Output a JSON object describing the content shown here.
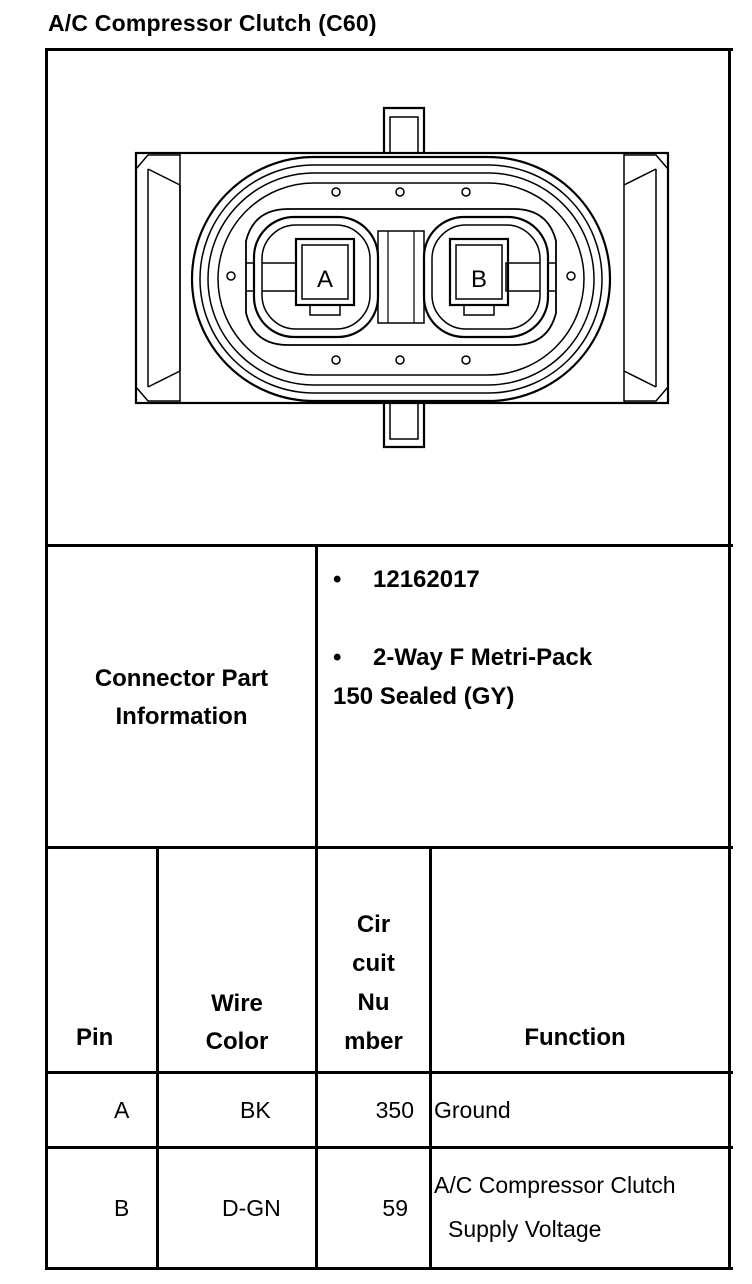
{
  "title": "A/C Compressor Clutch (C60)",
  "diagram": {
    "pin_a_label": "A",
    "pin_b_label": "B"
  },
  "connector_info": {
    "label_line1": "Connector Part",
    "label_line2": "Information",
    "part_number": "12162017",
    "description_line1": "2-Way F Metri-Pack",
    "description_line2": "150 Sealed (GY)",
    "bullet": "•"
  },
  "table": {
    "headers": {
      "pin": "Pin",
      "wire_color_line1": "Wire",
      "wire_color_line2": "Color",
      "circuit_line1": "Cir",
      "circuit_line2": "cuit",
      "circuit_line3": "Nu",
      "circuit_line4": "mber",
      "function": "Function"
    },
    "rows": [
      {
        "pin": "A",
        "wire_color": "BK",
        "circuit": "350",
        "function_line1": "Ground",
        "function_line2": ""
      },
      {
        "pin": "B",
        "wire_color": "D-GN",
        "circuit": "59",
        "function_line1": "A/C Compressor Clutch",
        "function_line2": "Supply Voltage"
      }
    ]
  }
}
